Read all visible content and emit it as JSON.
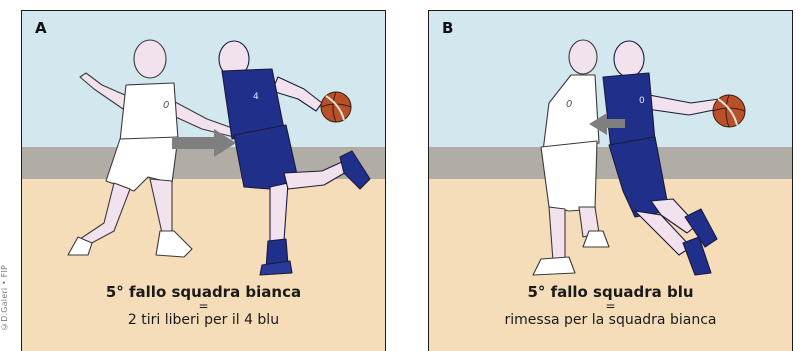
{
  "credit": "©D.Galeri • FIP",
  "panels": [
    {
      "letter": "A",
      "title": "5° fallo squadra bianca",
      "equals": "=",
      "subtitle": "2 tiri liberi per il 4 blu",
      "white_number": "0",
      "blue_number": "4",
      "arrow_direction": "right"
    },
    {
      "letter": "B",
      "title": "5° fallo squadra blu",
      "equals": "=",
      "subtitle": "rimessa per la squadra bianca",
      "white_number": "0",
      "blue_number": "0",
      "arrow_direction": "left"
    }
  ],
  "colors": {
    "wall": "#d3e7ee",
    "band": "#b1aca5",
    "floor": "#f5ddb9",
    "blue_team": "#1f2f8a",
    "white_team": "#ffffff",
    "skin": "#f2e2ee",
    "ball": "#b8512a",
    "arrow": "#7f7f7f"
  }
}
